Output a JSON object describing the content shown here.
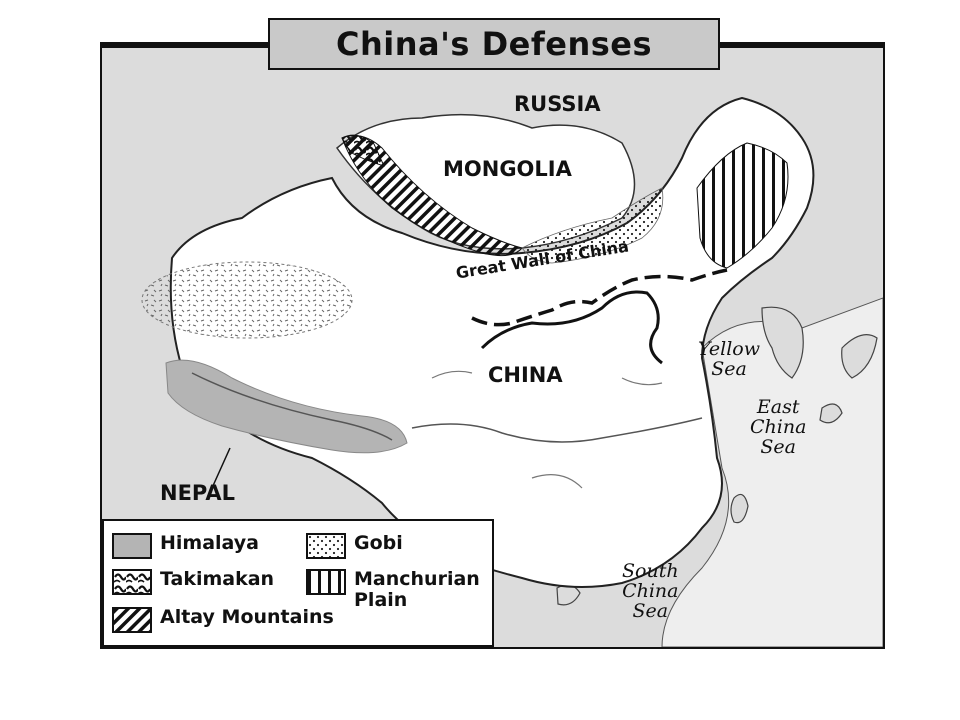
{
  "map": {
    "title": "China's Defenses",
    "countries": {
      "russia": "RUSSIA",
      "mongolia": "MONGOLIA",
      "china": "CHINA",
      "nepal": "NEPAL"
    },
    "features": {
      "great_wall": "Great Wall of China"
    },
    "seas": {
      "yellow_line1": "Yellow",
      "yellow_line2": "Sea",
      "east_line1": "East",
      "east_line2": "China",
      "east_line3": "Sea",
      "south_line1": "South",
      "south_line2": "China",
      "south_line3": "Sea"
    },
    "legend": [
      {
        "label": "Himalaya",
        "pattern": "gray-fill"
      },
      {
        "label": "Takimakan",
        "pattern": "swirl"
      },
      {
        "label": "Altay Mountains",
        "pattern": "diagonal-stripes"
      },
      {
        "label": "Gobi",
        "pattern": "dots"
      },
      {
        "label_line1": "Manchurian",
        "label_line2": "Plain",
        "pattern": "vertical-stripes"
      }
    ],
    "colors": {
      "land_china": "#ffffff",
      "land_other": "#dcdcdc",
      "himalaya": "#b4b4b4",
      "outline": "#111111"
    }
  }
}
